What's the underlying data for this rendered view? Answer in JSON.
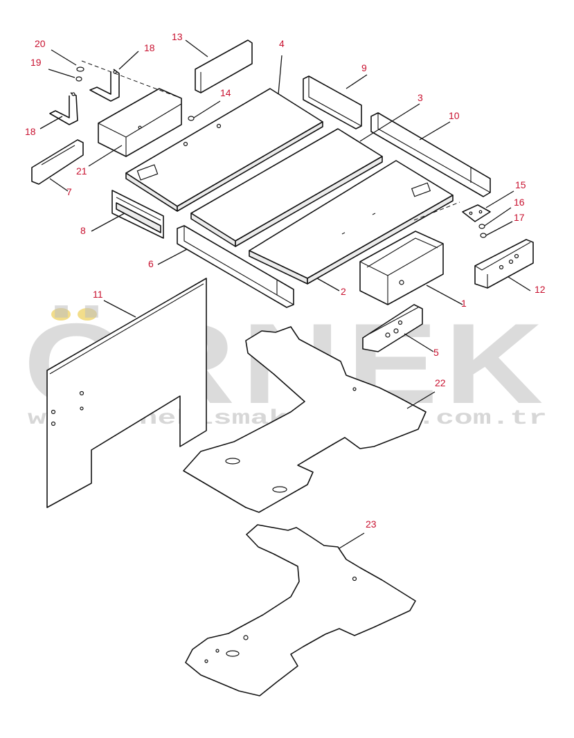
{
  "watermark": {
    "brand": "ÖRNEK",
    "url": "www.ornekismakinalari.com.tr",
    "colors": {
      "text": "#bdbdbd",
      "accent": "#f2dd8a"
    }
  },
  "callouts": {
    "c1": "1",
    "c2": "2",
    "c3": "3",
    "c4": "4",
    "c5": "5",
    "c6": "6",
    "c7": "7",
    "c8": "8",
    "c9": "9",
    "c10": "10",
    "c11": "11",
    "c12": "12",
    "c13": "13",
    "c14": "14",
    "c15": "15",
    "c16": "16",
    "c17": "17",
    "c18a": "18",
    "c18b": "18",
    "c19": "19",
    "c20": "20",
    "c21": "21",
    "c22": "22",
    "c23": "23"
  },
  "colors": {
    "callout": "#c8102e",
    "line": "#111111"
  }
}
